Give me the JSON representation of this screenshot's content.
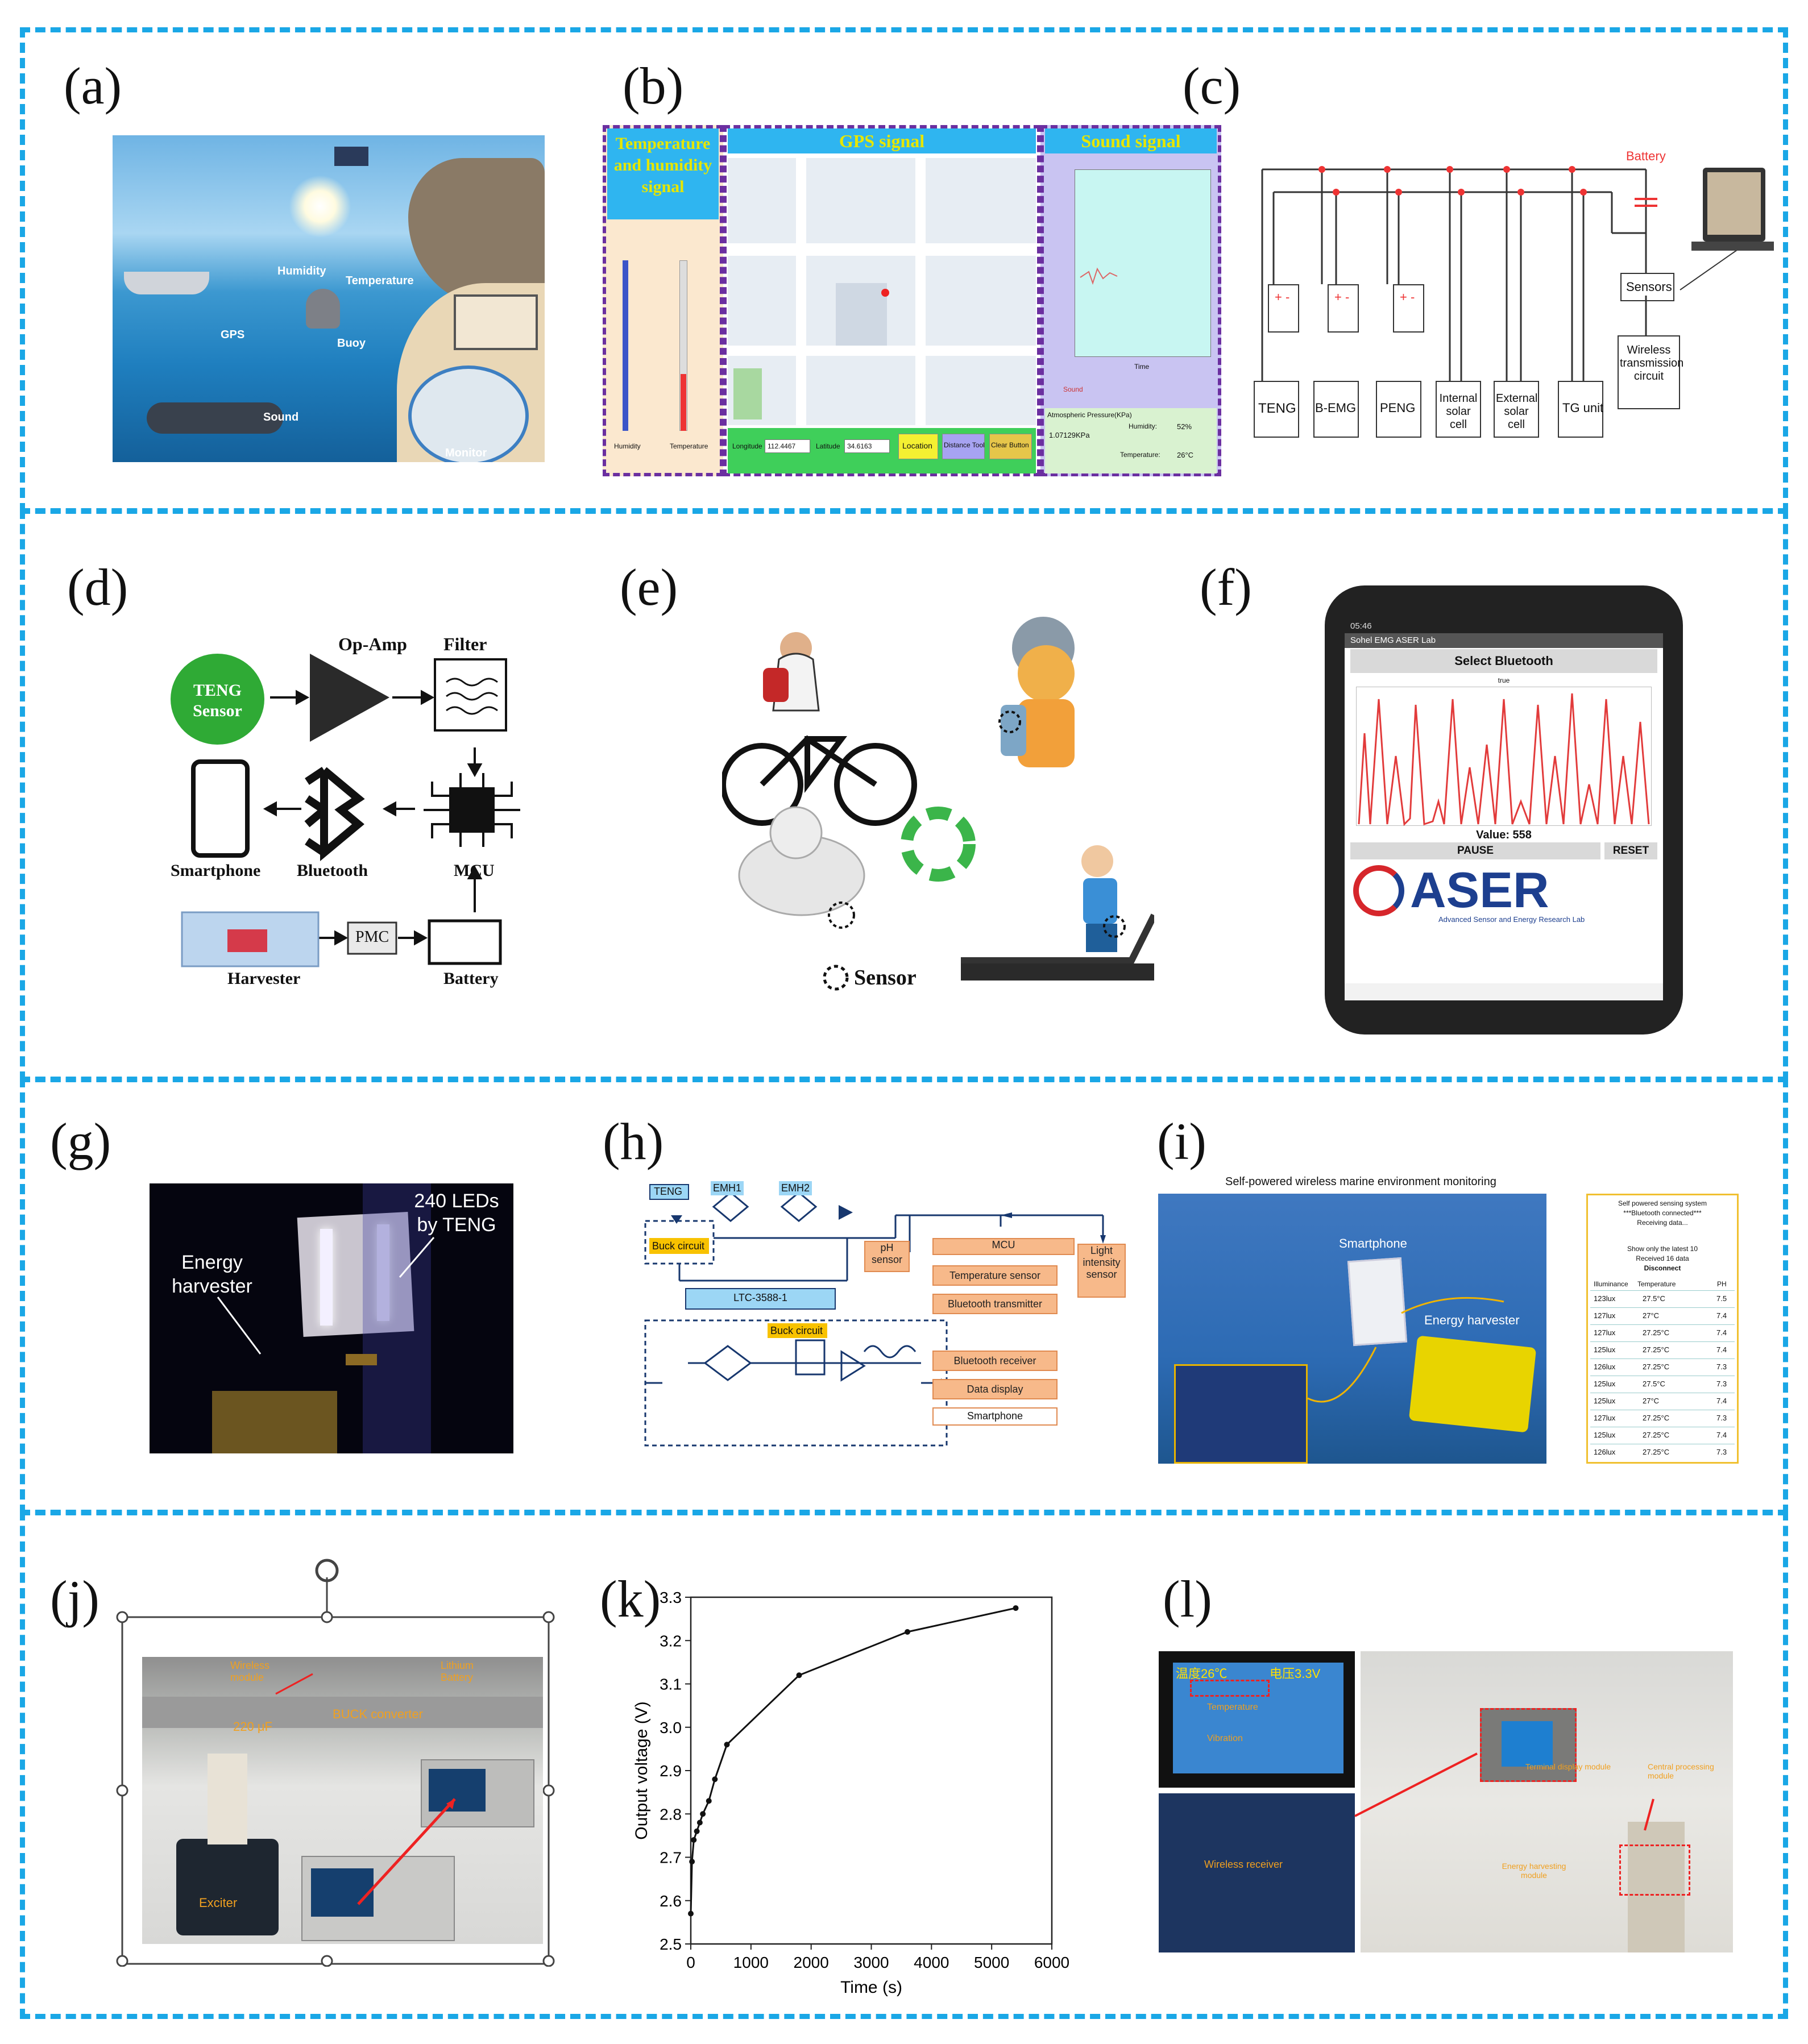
{
  "panels": {
    "a": {
      "label": "(a)",
      "humidity": "Humidity",
      "temperature": "Temperature",
      "gps": "GPS",
      "buoy": "Buoy",
      "sound": "Sound",
      "monitor": "Monitor"
    },
    "b": {
      "label": "(b)",
      "temp_title": "Temperature and humidity signal",
      "gps_title": "GPS signal",
      "sound_title": "Sound signal",
      "lon_label": "Longitude",
      "lon_value": "112.4467",
      "lat_label": "Latitude",
      "lat_value": "34.6163",
      "btn_location": "Location",
      "btn_distance": "Distance Tool",
      "btn_clear": "Clear Button",
      "humidity_tag": "Humidity",
      "temperature_tag": "Temperature",
      "sound_legend": "Sound",
      "atm_label": "Atmospheric Pressure(KPa)",
      "atm_value": "1.07129KPa",
      "hum_label": "Humidity:",
      "hum_value": "52%",
      "temp_label": "Temperature:",
      "temp_value": "26°C",
      "time_axis": "Time"
    },
    "c": {
      "label": "(c)",
      "battery": "Battery",
      "sensors": "Sensors",
      "wireless": "Wireless transmission circuit",
      "units": [
        "TENG",
        "B-EMG",
        "PENG",
        "Internal solar cell",
        "External solar cell",
        "TG unit"
      ]
    },
    "d": {
      "label": "(d)",
      "teng_sensor": "TENG Sensor",
      "op_amp": "Op-Amp",
      "filter": "Filter",
      "smartphone": "Smartphone",
      "bluetooth": "Bluetooth",
      "mcu": "MCU",
      "harvester": "Harvester",
      "pmc": "PMC",
      "battery": "Battery"
    },
    "e": {
      "label": "(e)",
      "sensor": "Sensor"
    },
    "f": {
      "label": "(f)",
      "status": "05:46",
      "app_title": "Sohel EMG ASER Lab",
      "select_bt": "Select Bluetooth",
      "chart_title": "true",
      "value_text": "Value: 558",
      "pause": "PAUSE",
      "reset": "RESET",
      "logo": "ASER",
      "logo_sub": "Advanced Sensor and Energy Research Lab"
    },
    "g": {
      "label": "(g)",
      "leds": "240 LEDs by TENG",
      "harvester": "Energy harvester"
    },
    "h": {
      "label": "(h)",
      "teng": "TENG",
      "emh1": "EMH1",
      "emh2": "EMH2",
      "buck": "Buck circuit",
      "ltc": "LTC-3588-1",
      "buck2": "Buck circuit",
      "ph": "pH sensor",
      "mcu": "MCU",
      "light": "Light intensity sensor",
      "temp_sensor": "Temperature sensor",
      "bt_tx": "Bluetooth transmitter",
      "bt_rx": "Bluetooth receiver",
      "display": "Data display",
      "phone": "Smartphone"
    },
    "i": {
      "label": "(i)",
      "title": "Self-powered wireless marine environment monitoring",
      "smartphone": "Smartphone",
      "harvester": "Energy harvester",
      "sys_line1": "Self powered sensing system",
      "sys_line2": "***Bluetooth connected***",
      "sys_line3": "Receiving data...",
      "show_line1": "Show only the latest 10",
      "show_line2": "Received 16 data",
      "disconnect": "Disconnect",
      "headers": [
        "Illuminance",
        "Temperature",
        "PH"
      ],
      "rows": [
        [
          "123lux",
          "27.5°C",
          "7.5"
        ],
        [
          "127lux",
          "27°C",
          "7.4"
        ],
        [
          "127lux",
          "27.25°C",
          "7.4"
        ],
        [
          "125lux",
          "27.25°C",
          "7.4"
        ],
        [
          "126lux",
          "27.25°C",
          "7.3"
        ],
        [
          "125lux",
          "27.5°C",
          "7.3"
        ],
        [
          "125lux",
          "27°C",
          "7.4"
        ],
        [
          "127lux",
          "27.25°C",
          "7.3"
        ],
        [
          "125lux",
          "27.25°C",
          "7.4"
        ],
        [
          "126lux",
          "27.25°C",
          "7.3"
        ]
      ]
    },
    "j": {
      "label": "(j)",
      "cap": "220 μF",
      "buck": "BUCK converter",
      "exciter": "Exciter",
      "top_left": "Wireless module",
      "top_right": "Lithium Battery"
    },
    "l": {
      "label": "(l)",
      "lcd_left": "温度26℃",
      "lcd_right": "电压3.3V",
      "temperature": "Temperature",
      "vibration": "Vibration",
      "wireless": "Wireless receiver",
      "terminal": "Terminal display module",
      "central": "Central processing module",
      "energy": "Energy harvesting module"
    }
  },
  "chart_data": {
    "type": "line",
    "panel": "(k)",
    "xlabel": "Time (s)",
    "ylabel": "Output voltage (V)",
    "xlim": [
      0,
      6000
    ],
    "ylim": [
      2.5,
      3.3
    ],
    "xticks": [
      0,
      1000,
      2000,
      3000,
      4000,
      5000,
      6000
    ],
    "yticks": [
      2.5,
      2.6,
      2.7,
      2.8,
      2.9,
      3.0,
      3.1,
      3.2,
      3.3
    ],
    "x": [
      0,
      20,
      50,
      100,
      150,
      200,
      300,
      400,
      600,
      1800,
      3600,
      5400
    ],
    "y": [
      2.57,
      2.69,
      2.74,
      2.76,
      2.78,
      2.8,
      2.83,
      2.88,
      2.96,
      3.12,
      3.22,
      3.275
    ]
  },
  "colors": {
    "dash": "#1aa7e6",
    "accent_orange": "#f7b98a",
    "ink_blue": "#17376e",
    "aser_red": "#d6262b",
    "aser_blue": "#1d3f8f"
  }
}
